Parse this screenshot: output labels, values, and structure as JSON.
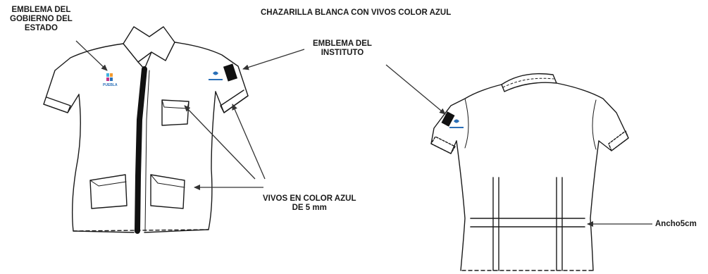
{
  "title": "CHAZARILLA BLANCA CON VIVOS COLOR AZUL",
  "labels": {
    "state_emblem": [
      "EMBLEMA DEL",
      "GOBIERNO DEL",
      "ESTADO"
    ],
    "institute_emblem": [
      "EMBLEMA DEL",
      "INSTITUTO"
    ],
    "piping": [
      "VIVOS EN COLOR AZUL",
      "DE 5 mm"
    ],
    "width": "Ancho5cm"
  },
  "logos": {
    "state_logo_text": "PUEBLA"
  },
  "colors": {
    "line": "#1a1a1a",
    "piping": "#111111",
    "logo_blue": "#2a6fb8",
    "logo_cyan": "#3fb0e0",
    "logo_orange": "#f29a2e",
    "logo_magenta": "#c2338b"
  }
}
